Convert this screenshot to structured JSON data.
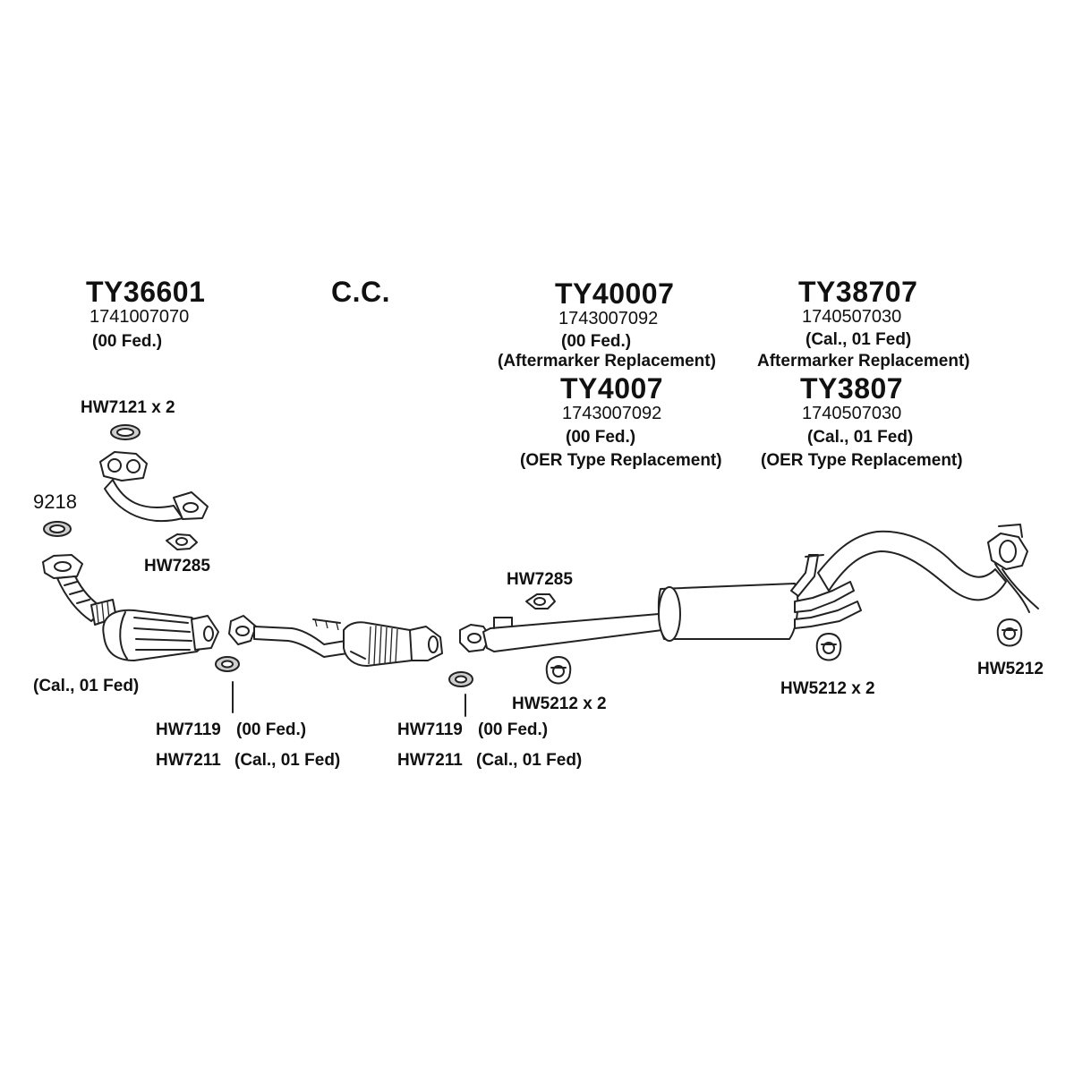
{
  "diagram": {
    "headers": {
      "ty36601": {
        "part_no": "TY36601",
        "oem_no": "1741007070",
        "note": "(00 Fed.)"
      },
      "cc": "C.C.",
      "ty40007": {
        "part_no": "TY40007",
        "oem_no": "1743007092",
        "note": "(00 Fed.)",
        "type": "(Aftermarker Replacement)"
      },
      "ty38707": {
        "part_no": "TY38707",
        "oem_no": "1740507030",
        "note": "(Cal., 01 Fed)",
        "type": "Aftermarker Replacement)"
      },
      "ty4007": {
        "part_no": "TY4007",
        "oem_no": "1743007092",
        "note": "(00 Fed.)",
        "type": "(OER Type Replacement)"
      },
      "ty3807": {
        "part_no": "TY3807",
        "oem_no": "1740507030",
        "note": "(Cal., 01 Fed)",
        "type": "(OER Type Replacement)"
      }
    },
    "parts": {
      "hw7121": "HW7121 x 2",
      "p9218": "9218",
      "hw7285_left": "HW7285",
      "cal01_left": "(Cal., 01 Fed)",
      "hw7119_a": "HW7119",
      "hw7119_a_note": "(00 Fed.)",
      "hw7211_a": "HW7211",
      "hw7211_a_note": "(Cal., 01 Fed)",
      "hw7119_b": "HW7119",
      "hw7119_b_note": "(00 Fed.)",
      "hw7211_b": "HW7211",
      "hw7211_b_note": "(Cal., 01 Fed)",
      "hw7285_mid": "HW7285",
      "hw5212_x2_mid": "HW5212 x 2",
      "hw5212_x2_right": "HW5212 x 2",
      "hw5212_end": "HW5212"
    }
  }
}
